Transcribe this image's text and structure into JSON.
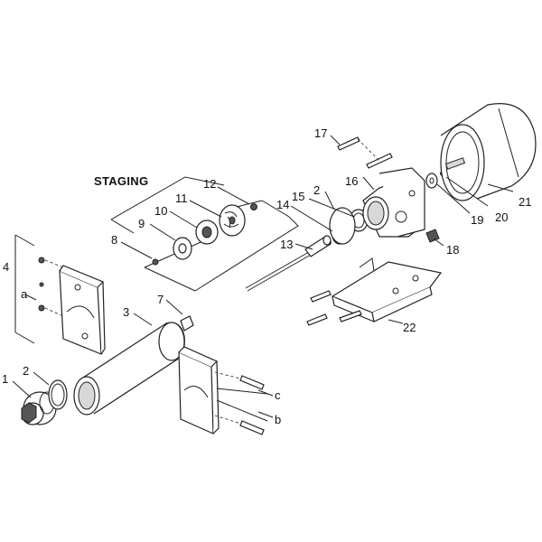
{
  "staging_label": "STAGING",
  "labels": {
    "p1": "1",
    "p2a": "2",
    "p2b": "2",
    "p3": "3",
    "p4": "4",
    "p7": "7",
    "p8": "8",
    "p9": "9",
    "p10": "10",
    "p11": "11",
    "p12": "12",
    "p13": "13",
    "p14": "14",
    "p15": "15",
    "p16": "16",
    "p17": "17",
    "p18": "18",
    "p19": "19",
    "p20": "20",
    "p21": "21",
    "p22": "22",
    "la": "a",
    "lb": "b",
    "lc": "c"
  }
}
